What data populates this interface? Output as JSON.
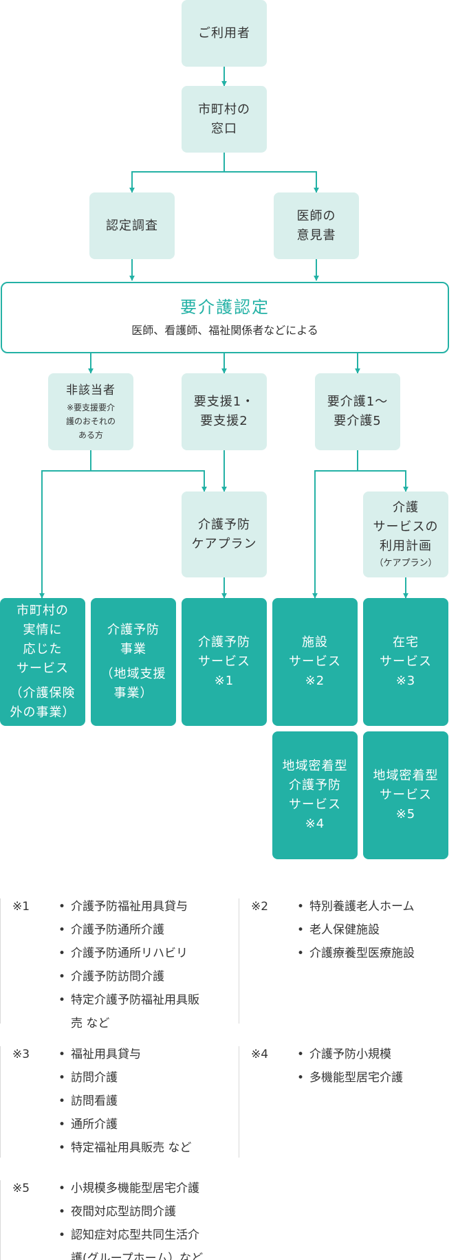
{
  "boxes": {
    "user": "ご利用者",
    "municipal_window": "市町村の\n窓口",
    "survey": "認定調査",
    "doctor_opinion": "医師の\n意見書",
    "not_applicable_title": "非該当者",
    "not_applicable_note": "※要支援要介\n護のおそれの\nある方",
    "support_levels": "要支援1・\n要支援2",
    "care_levels": "要介護1～\n要介護5",
    "prevention_careplan": "介護予防\nケアプラン",
    "care_plan_title": "介護\nサービスの\n利用計画",
    "care_plan_sub": "（ケアプラン）",
    "municipal_services_main": "市町村の\n実情に\n応じた\nサービス",
    "municipal_services_sub": "（介護保険\n外の事業）",
    "prevention_business_main": "介護予防\n事業",
    "prevention_business_sub": "（地域支援\n事業）",
    "prevention_services": "介護予防\nサービス\n※1",
    "facility_services": "施設\nサービス\n※2",
    "home_services": "在宅\nサービス\n※3",
    "community_prevention": "地域密着型\n介護予防\nサービス\n※4",
    "community_services": "地域密着型\nサービス\n※5"
  },
  "certification": {
    "title": "要介護認定",
    "description": "医師、看護師、福祉関係者などによる"
  },
  "notes": [
    {
      "mark": "※1",
      "items": [
        "介護予防福祉用具貸与",
        "介護予防通所介護",
        "介護予防通所リハビリ",
        "介護予防訪問介護",
        "特定介護予防福祉用具販\n売  など"
      ]
    },
    {
      "mark": "※2",
      "items": [
        "特別養護老人ホーム",
        "老人保健施設",
        "介護療養型医療施設"
      ]
    },
    {
      "mark": "※3",
      "items": [
        "福祉用具貸与",
        "訪問介護",
        "訪問看護",
        "通所介護",
        "特定福祉用具販売  など"
      ]
    },
    {
      "mark": "※4",
      "items": [
        "介護予防小規模",
        "多機能型居宅介護"
      ]
    },
    {
      "mark": "※5",
      "items": [
        "小規模多機能型居宅介護",
        "夜間対応型訪問介護",
        "認知症対応型共同生活介\n護(グループホーム）など"
      ]
    }
  ],
  "colors": {
    "accent": "#23b1a5",
    "light_box": "#d9efec",
    "dark_box": "#23b1a5"
  }
}
